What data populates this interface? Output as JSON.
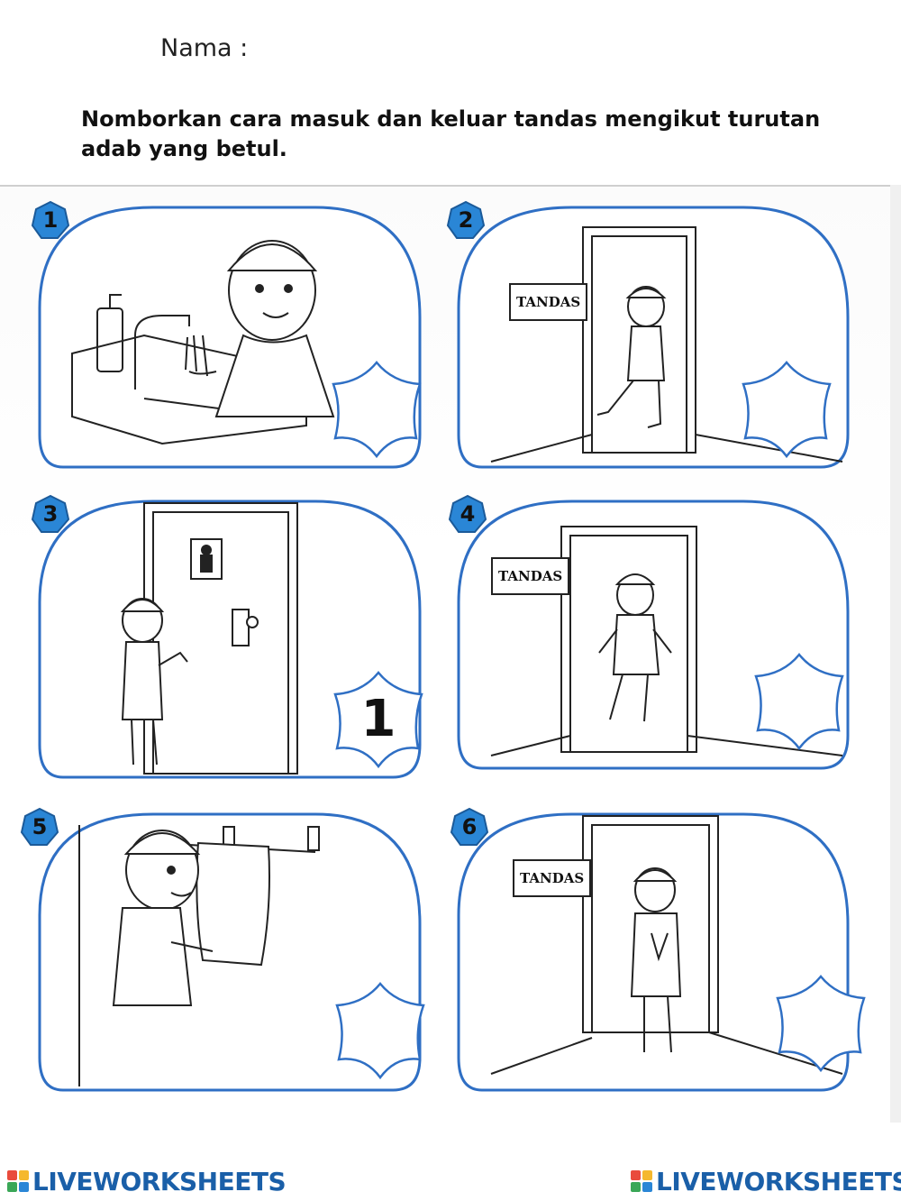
{
  "header": {
    "name_label": "Nama :",
    "instruction": "Nomborkan cara masuk dan keluar tandas mengikut turutan adab yang betul."
  },
  "colors": {
    "frame_blue": "#2f6fc4",
    "badge_blue": "#2a86d6",
    "line_ink": "#222222",
    "brand_blue": "#1a5fa8"
  },
  "panels": [
    {
      "number": "1",
      "scene": "wash-hands",
      "answer": "",
      "sign": ""
    },
    {
      "number": "2",
      "scene": "walk-into-toilet",
      "answer": "",
      "sign": "TANDAS"
    },
    {
      "number": "3",
      "scene": "pray-before-door",
      "answer": "1",
      "sign": ""
    },
    {
      "number": "4",
      "scene": "step-out-of-toilet",
      "answer": "",
      "sign": "TANDAS"
    },
    {
      "number": "5",
      "scene": "dry-hands-towel",
      "answer": "",
      "sign": ""
    },
    {
      "number": "6",
      "scene": "pray-after-exit",
      "answer": "",
      "sign": "TANDAS"
    }
  ],
  "footer": {
    "brand_left": "LIVEWORKSHEETS",
    "brand_right": "LIVEWORKSHEETS"
  }
}
